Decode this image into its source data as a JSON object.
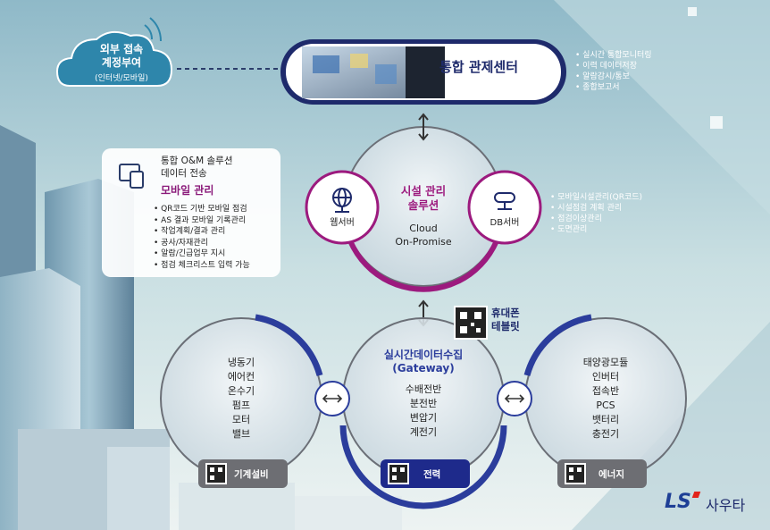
{
  "cloud": {
    "line1": "외부 접속",
    "line2": "계정부여",
    "line3": "(인터넷/모바일)"
  },
  "control_center": {
    "title": "통합 관제센터",
    "items": [
      "실시간 통합모니터링",
      "이력 데이터저장",
      "알람감시/통보",
      "종합보고서"
    ]
  },
  "mobile": {
    "sub1": "통합 O&M 솔루션",
    "sub2": "데이터 전송",
    "title": "모바일 관리",
    "items": [
      "QR코드 기반 모바일 점검",
      "AS 결과 모바일 기록관리",
      "작업계획/결과 관리",
      "공사/자재관리",
      "알람/긴급업무 지시",
      "점검 체크리스트 입력 가능"
    ]
  },
  "facility": {
    "title1": "시설 관리",
    "title2": "솔루션",
    "line1": "Cloud",
    "line2": "On-Promise",
    "web": "웹서버",
    "db": "DB서버",
    "items": [
      "모바일시설관리(QR코드)",
      "시설점검 계획 관리",
      "점검이상관리",
      "도면관리"
    ]
  },
  "device": {
    "line1": "휴대폰",
    "line2": "테블릿"
  },
  "mechanical": {
    "items": [
      "냉동기",
      "에어컨",
      "온수기",
      "펌프",
      "모터",
      "밸브"
    ],
    "label": "기계설비"
  },
  "gateway": {
    "title": "실시간데이터수집",
    "subtitle": "(Gateway)",
    "items": [
      "수배전반",
      "분전반",
      "변압기",
      "계전기"
    ],
    "label": "전력"
  },
  "energy": {
    "items": [
      "태양광모듈",
      "인버터",
      "접속반",
      "PCS",
      "뱃터리",
      "충전기"
    ],
    "label": "에너지"
  },
  "brand": {
    "ls": "LS",
    "name": "사우타"
  },
  "colors": {
    "navy": "#1e2a6b",
    "magenta": "#9c1a7e",
    "blue": "#2b3d9c",
    "white": "#ffffff"
  }
}
